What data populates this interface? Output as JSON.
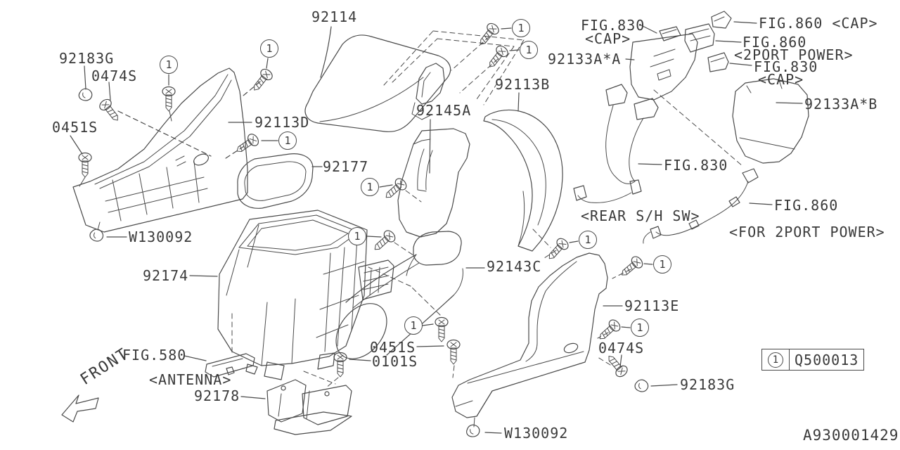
{
  "diagram": {
    "code": "A930001429",
    "front_indicator": "FRONT",
    "legend": {
      "callout_symbol": "1",
      "part_number": "Q500013"
    },
    "labels": {
      "p92114": "92114",
      "p92183g_top": "92183G",
      "p0474s_top": "0474S",
      "p0451s_left": "0451S",
      "p92113d": "92113D",
      "p92177": "92177",
      "p92145a": "92145A",
      "p92113b": "92113B",
      "p92133a_a": "92133A*A",
      "fig830_cap_top": "FIG.830",
      "fig830_cap_top_sub": "<CAP>",
      "fig860_cap": "FIG.860 <CAP>",
      "fig860_2port": "FIG.860",
      "fig860_2port_sub": "<2PORT POWER>",
      "fig830_cap_right": "FIG.830",
      "fig830_cap_right_sub": "<CAP>",
      "p92133a_b": "92133A*B",
      "fig830_harness": "FIG.830",
      "rear_sh_sw": "<REAR S/H SW>",
      "fig860_harness": "FIG.860",
      "for_2port_power": "<FOR 2PORT POWER>",
      "w130092_left": "W130092",
      "p92174": "92174",
      "p92143c": "92143C",
      "p92113e": "92113E",
      "fig580": "FIG.580",
      "antenna": "<ANTENNA>",
      "p92178": "92178",
      "p0451s_bottom": "0451S",
      "p0101s": "0101S",
      "p0474s_right": "0474S",
      "p92183g_right": "92183G",
      "w130092_bottom": "W130092"
    }
  }
}
